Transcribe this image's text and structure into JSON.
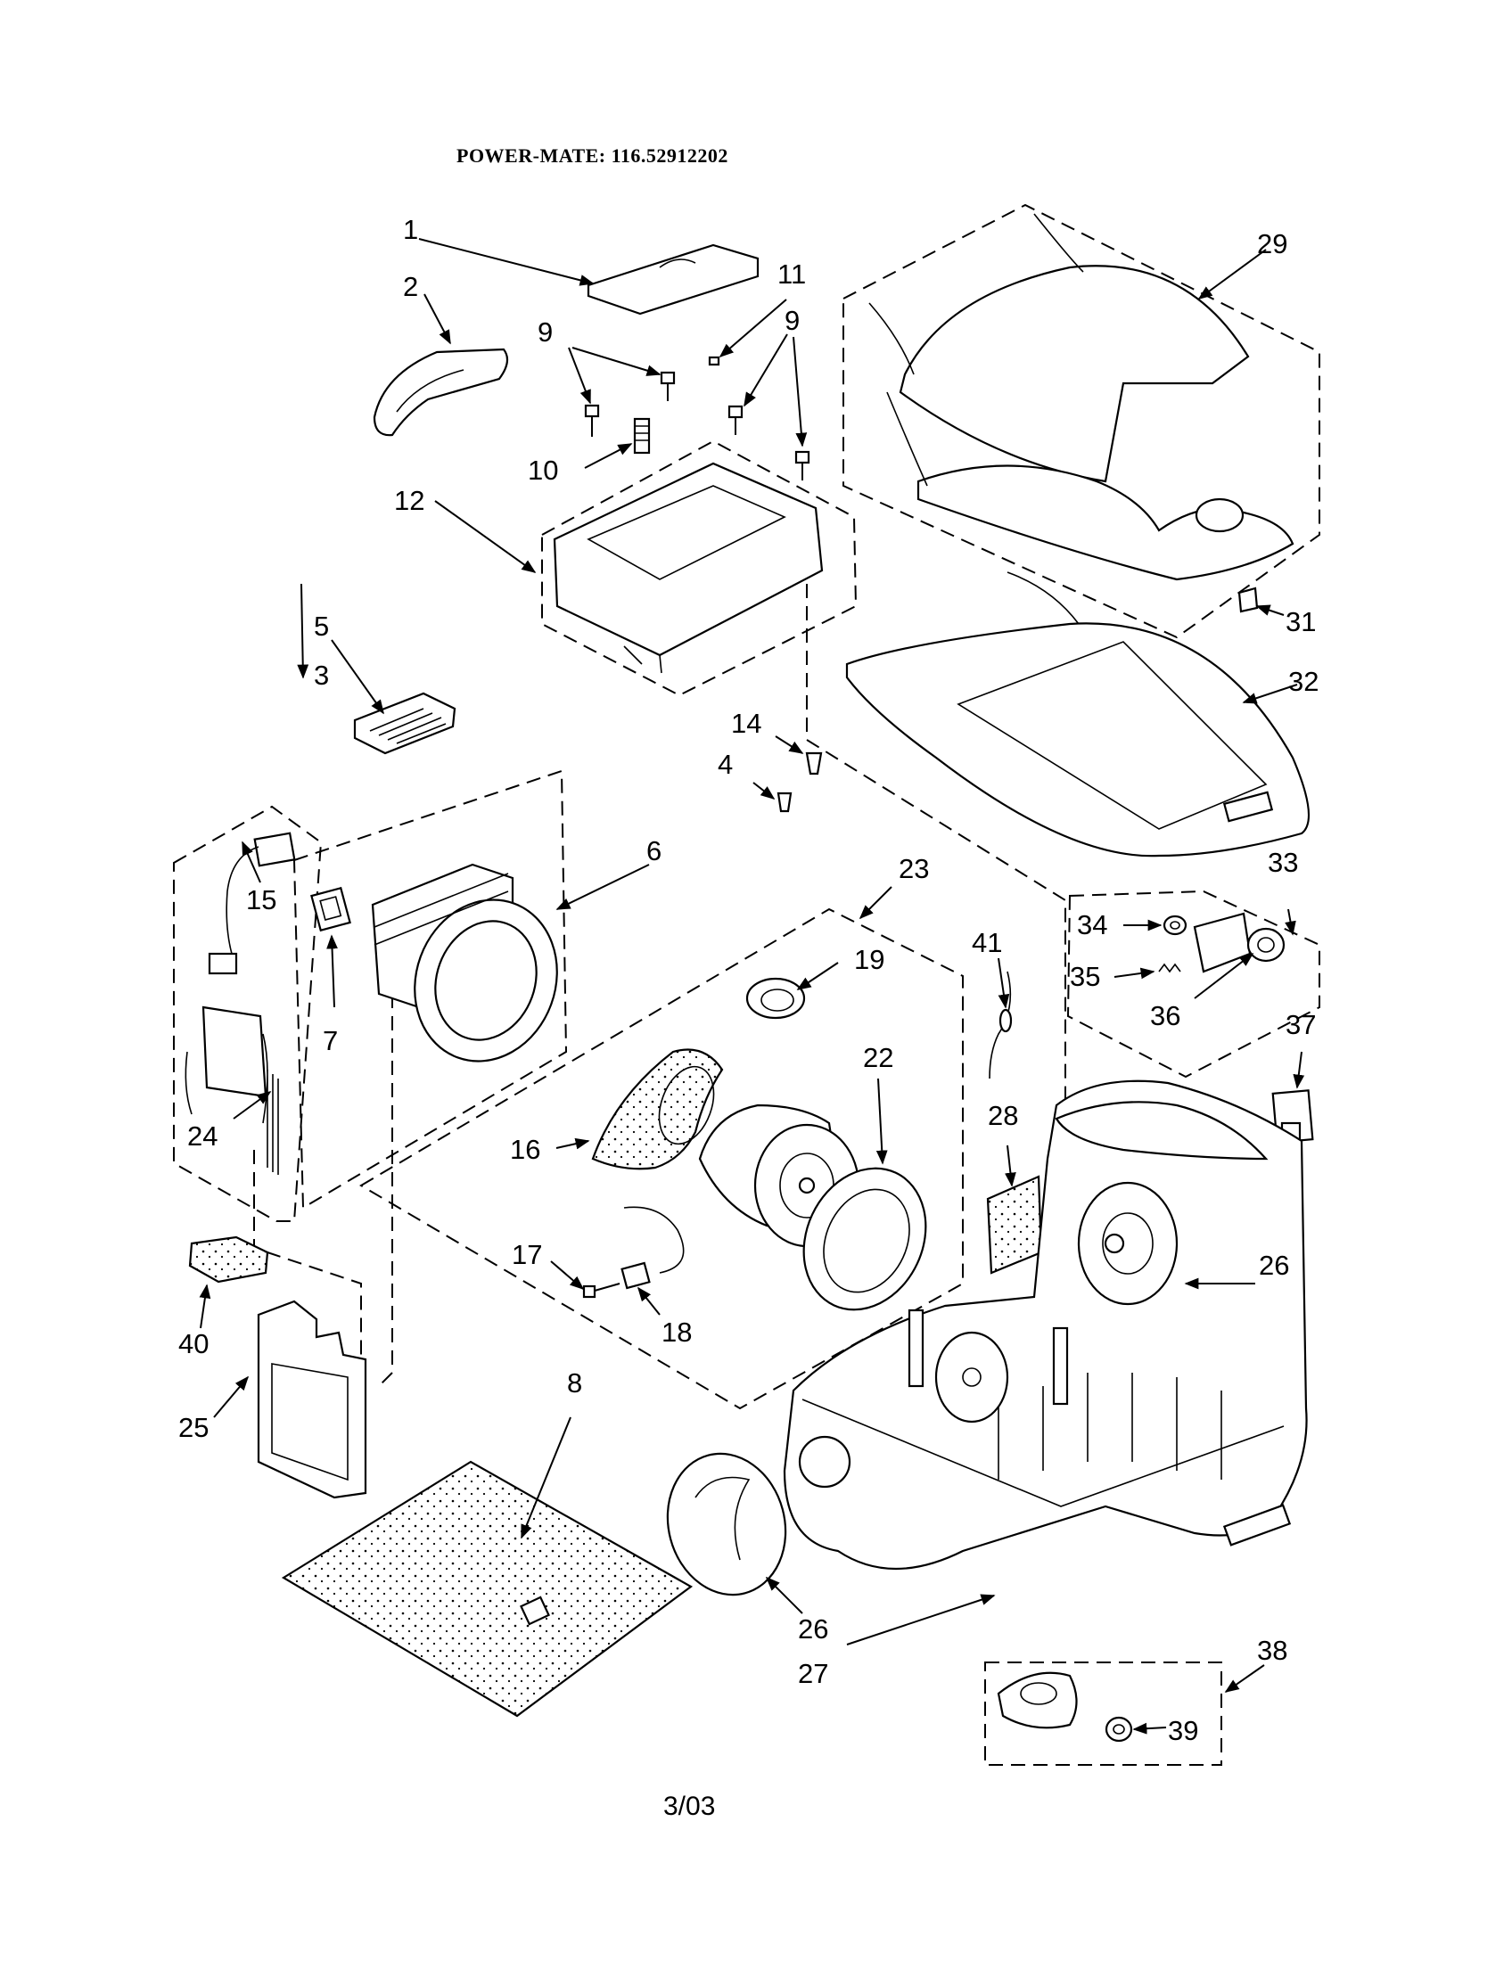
{
  "header": {
    "title": "POWER-MATE: 116.52912202"
  },
  "footer": {
    "date": "3/03"
  },
  "callouts": {
    "c1": "1",
    "c2": "2",
    "c3": "3",
    "c4": "4",
    "c5": "5",
    "c6": "6",
    "c7": "7",
    "c8": "8",
    "c9a": "9",
    "c9b": "9",
    "c10": "10",
    "c11": "11",
    "c12": "12",
    "c14": "14",
    "c15": "15",
    "c16": "16",
    "c17": "17",
    "c18": "18",
    "c19": "19",
    "c22": "22",
    "c23": "23",
    "c24": "24",
    "c25": "25",
    "c26a": "26",
    "c26b": "26",
    "c27": "27",
    "c28": "28",
    "c29": "29",
    "c31": "31",
    "c32": "32",
    "c33": "33",
    "c34": "34",
    "c35": "35",
    "c36": "36",
    "c37": "37",
    "c38": "38",
    "c39": "39",
    "c40": "40",
    "c41": "41"
  }
}
